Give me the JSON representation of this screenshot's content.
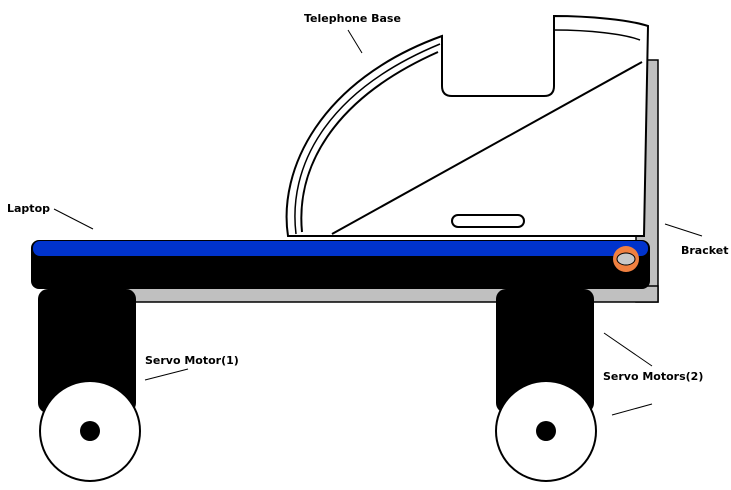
{
  "labels": {
    "telephone_base": "Telephone Base",
    "laptop": "Laptop",
    "bracket": "Bracket",
    "servo_motor_1": "Servo Motor(1)",
    "servo_motors_2": "Servo Motors(2)"
  },
  "colors": {
    "background": "#ffffff",
    "outline": "#000000",
    "laptop_top": "#0033cc",
    "laptop_body": "#000000",
    "bracket": "#c0c0c0",
    "connector": "#f08040",
    "connector_center": "#c8c8c8",
    "servo_motor": "#000000",
    "wheel": "#ffffff",
    "axle": "#000000"
  }
}
